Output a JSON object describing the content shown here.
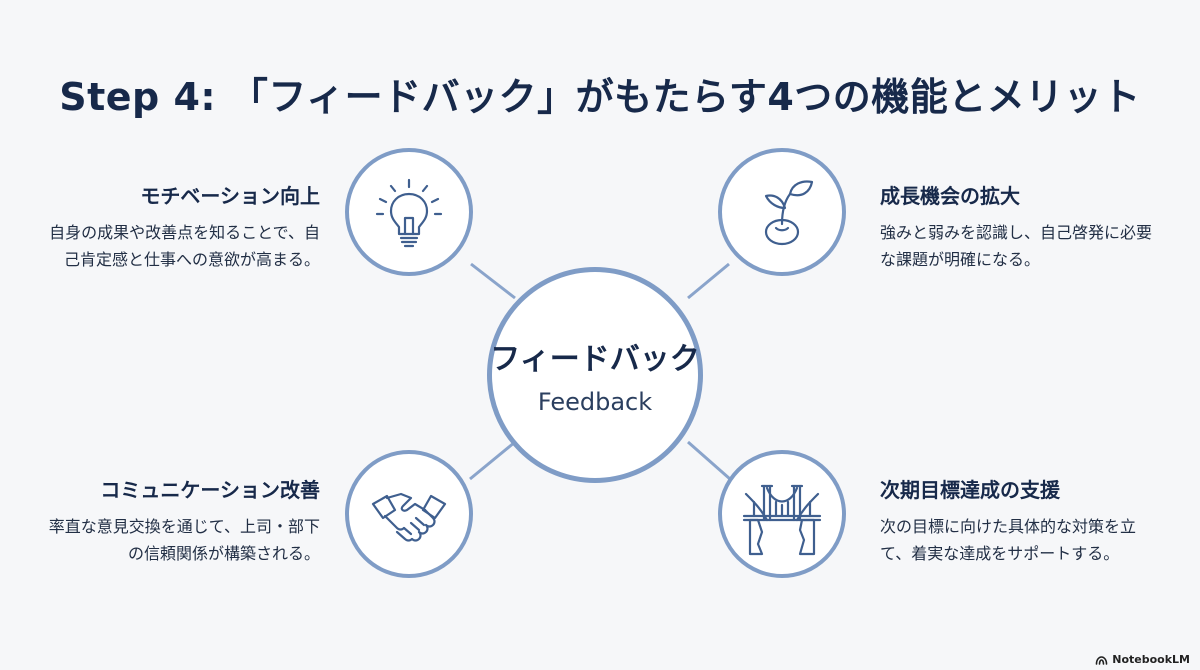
{
  "title": "Step 4: 「フィードバック」がもたらす4つの機能とメリット",
  "center": {
    "label_jp": "フィードバック",
    "label_en": "Feedback"
  },
  "benefits": [
    {
      "title": "モチベーション向上",
      "description": "自身の成果や改善点を知ることで、自己肯定感と仕事への意欲が高まる。",
      "icon": "lightbulb-icon"
    },
    {
      "title": "成長機会の拡大",
      "description": "強みと弱みを認識し、自己啓発に必要な課題が明確になる。",
      "icon": "sprout-icon"
    },
    {
      "title": "コミュニケーション改善",
      "description": "率直な意見交換を通じて、上司・部下の信頼関係が構築される。",
      "icon": "handshake-icon"
    },
    {
      "title": "次期目標達成の支援",
      "description": "次の目標に向けた具体的な対策を立て、着実な達成をサポートする。",
      "icon": "bridge-icon"
    }
  ],
  "branding": {
    "text": "NotebookLM"
  },
  "colors": {
    "accent": "#7f9cc6",
    "title": "#17294a",
    "icon_stroke": "#3f5f8f"
  }
}
